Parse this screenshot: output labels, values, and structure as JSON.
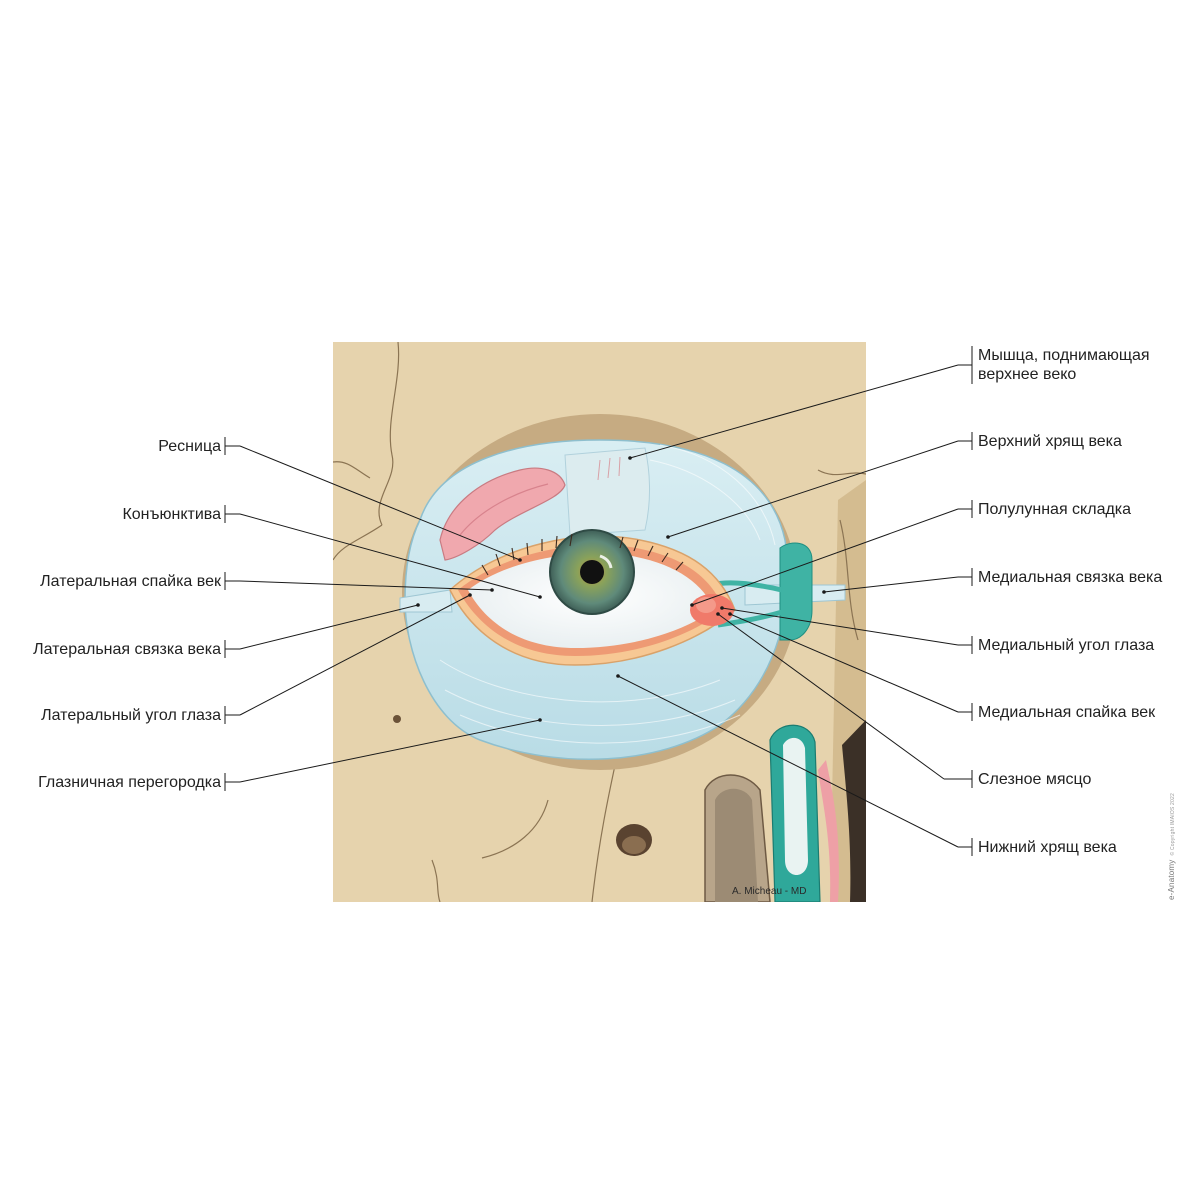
{
  "diagram": {
    "labels_left": [
      {
        "key": "eyelash",
        "text": "Ресница"
      },
      {
        "key": "conjunctiva",
        "text": "Конъюнктива"
      },
      {
        "key": "lat_commissure",
        "text": "Латеральная спайка век"
      },
      {
        "key": "lat_ligament",
        "text": "Латеральная связка века"
      },
      {
        "key": "lat_angle",
        "text": "Латеральный угол глаза"
      },
      {
        "key": "septum",
        "text": "Глазничная перегородка"
      }
    ],
    "labels_right": [
      {
        "key": "levator",
        "text": "Мышца, поднимающая верхнее веко",
        "line1": "Мышца, поднимающая",
        "line2": "верхнее веко"
      },
      {
        "key": "upper_tarsus",
        "text": "Верхний хрящ века"
      },
      {
        "key": "plica",
        "text": "Полулунная складка"
      },
      {
        "key": "med_ligament",
        "text": "Медиальная связка века"
      },
      {
        "key": "med_angle",
        "text": "Медиальный угол глаза"
      },
      {
        "key": "med_commissure",
        "text": "Медиальная спайка век"
      },
      {
        "key": "caruncle",
        "text": "Слезное мясцо"
      },
      {
        "key": "lower_tarsus",
        "text": "Нижний хрящ века"
      }
    ],
    "credit": "A. Micheau - MD",
    "brand": "e-Anatomy",
    "copyright": "© Copyright IMAIOS 2022"
  },
  "colors": {
    "bone": "#e6d3ad",
    "bone_shadow": "#cdb68a",
    "cavity": "#bda27c",
    "ligament": "#c9e4ec",
    "ligament_dark": "#9ecbd8",
    "tarsus_rim": "#f4c48b",
    "conjunctiva": "#e98a6c",
    "iris": "#6b8d72",
    "lacrimal": "#2fa89a",
    "leader": "#1a1a1a"
  }
}
